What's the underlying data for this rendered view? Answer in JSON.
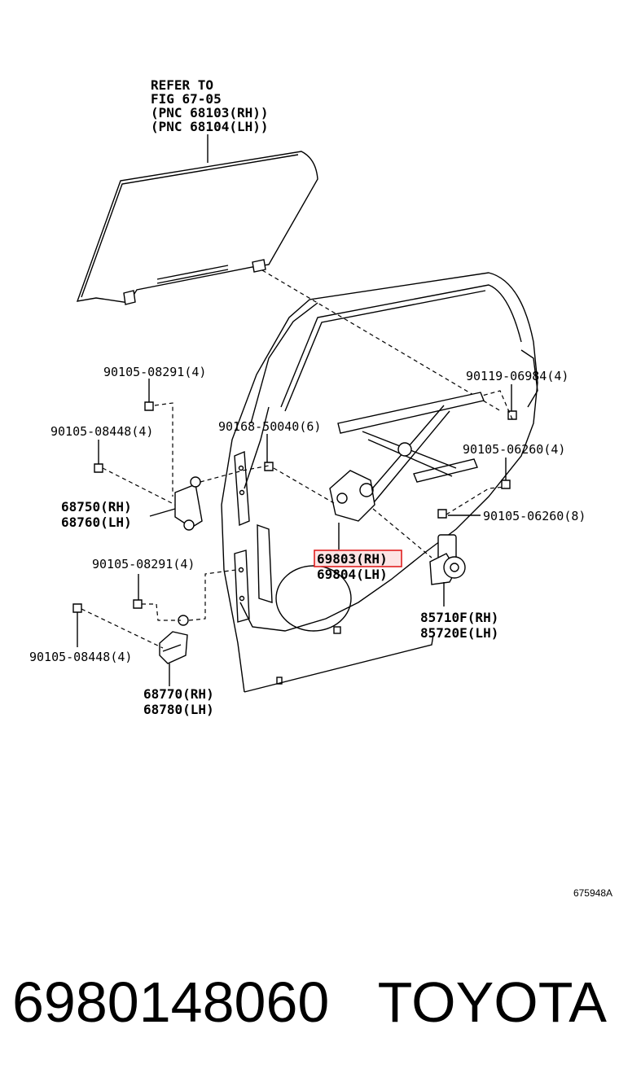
{
  "refer_note": [
    "REFER TO",
    "FIG 67-05",
    "(PNC 68103(RH))",
    "(PNC 68104(LH))"
  ],
  "callouts": {
    "bolt_top_left": "90105-08291(4)",
    "bolt_left_1": "90105-08448(4)",
    "hinge_upper_rh": "68750(RH)",
    "hinge_upper_lh": "68760(LH)",
    "bolt_mid_left": "90105-08291(4)",
    "bolt_left_2": "90105-08448(4)",
    "hinge_lower_rh": "68770(RH)",
    "hinge_lower_lh": "68780(LH)",
    "bolt_center": "90168-50040(6)",
    "bolt_top_right": "90119-06984(4)",
    "bolt_right_1": "90105-06260(4)",
    "bolt_right_2": "90105-06260(8)",
    "regulator_rh": "69803(RH)",
    "regulator_lh": "69804(LH)",
    "motor_rh": "85710F(RH)",
    "motor_lh": "85720E(LH)"
  },
  "highlight_color": "#e02020",
  "figure_code": "675948A",
  "footer": {
    "part_number": "6980148060",
    "brand": "TOYOTA"
  }
}
